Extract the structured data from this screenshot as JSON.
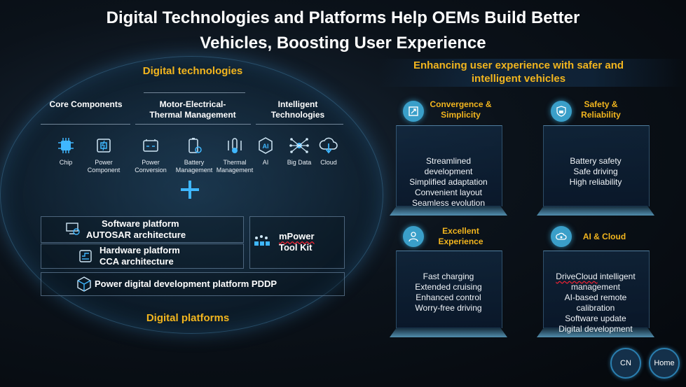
{
  "title": {
    "line1": "Digital Technologies and Platforms Help OEMs Build Better",
    "line2": "Vehicles, Boosting User Experience"
  },
  "left": {
    "tech_title": "Digital technologies",
    "platform_title": "Digital platforms",
    "categories": {
      "core": "Core Components",
      "motor_line1": "Motor-Electrical-",
      "motor_line2": "Thermal Management",
      "intel_line1": "Intelligent",
      "intel_line2": "Technologies"
    },
    "items": [
      {
        "icon": "chip-icon",
        "label1": "Chip",
        "label2": ""
      },
      {
        "icon": "power-component-icon",
        "label1": "Power",
        "label2": "Component"
      },
      {
        "icon": "power-conversion-icon",
        "label1": "Power",
        "label2": "Conversion"
      },
      {
        "icon": "battery-management-icon",
        "label1": "Battery",
        "label2": "Management"
      },
      {
        "icon": "thermal-management-icon",
        "label1": "Thermal",
        "label2": "Management"
      },
      {
        "icon": "ai-icon",
        "label1": "AI",
        "label2": ""
      },
      {
        "icon": "big-data-icon",
        "label1": "Big Data",
        "label2": ""
      },
      {
        "icon": "cloud-icon",
        "label1": "Cloud",
        "label2": ""
      }
    ],
    "boxes": {
      "software_line1": "Software platform",
      "software_line2": "AUTOSAR architecture",
      "hardware_line1": "Hardware platform",
      "hardware_line2": "CCA architecture",
      "mpower_line1": "mPower",
      "mpower_line2": "Tool Kit",
      "pddp": "Power digital development platform PDDP"
    }
  },
  "right": {
    "title_line1": "Enhancing user experience with safer and",
    "title_line2": "intelligent vehicles",
    "cards": [
      {
        "t1": "Convergence &",
        "t2": "Simplicity",
        "lines": [
          "Streamlined",
          "development",
          "Simplified adaptation",
          "Convenient layout",
          "Seamless evolution"
        ]
      },
      {
        "t1": "Safety &",
        "t2": "Reliability",
        "lines": [
          "Battery safety",
          "Safe driving",
          "High reliability"
        ]
      },
      {
        "t1": "Excellent",
        "t2": "Experience",
        "lines": [
          "Fast charging",
          "Extended cruising",
          "Enhanced control",
          "Worry-free driving"
        ]
      },
      {
        "t1": "AI & Cloud",
        "t2": "",
        "lines_prefix": "DriveCloud",
        "lines_first_rest": " intelligent",
        "lines": [
          "management",
          "AI-based remote",
          "calibration",
          "Software update",
          "Digital development"
        ]
      }
    ]
  },
  "nav": {
    "cn": "CN",
    "home": "Home"
  },
  "colors": {
    "accent_gold": "#f2b51e",
    "accent_blue": "#3fb7ff",
    "badge": "#3a9fc9"
  }
}
